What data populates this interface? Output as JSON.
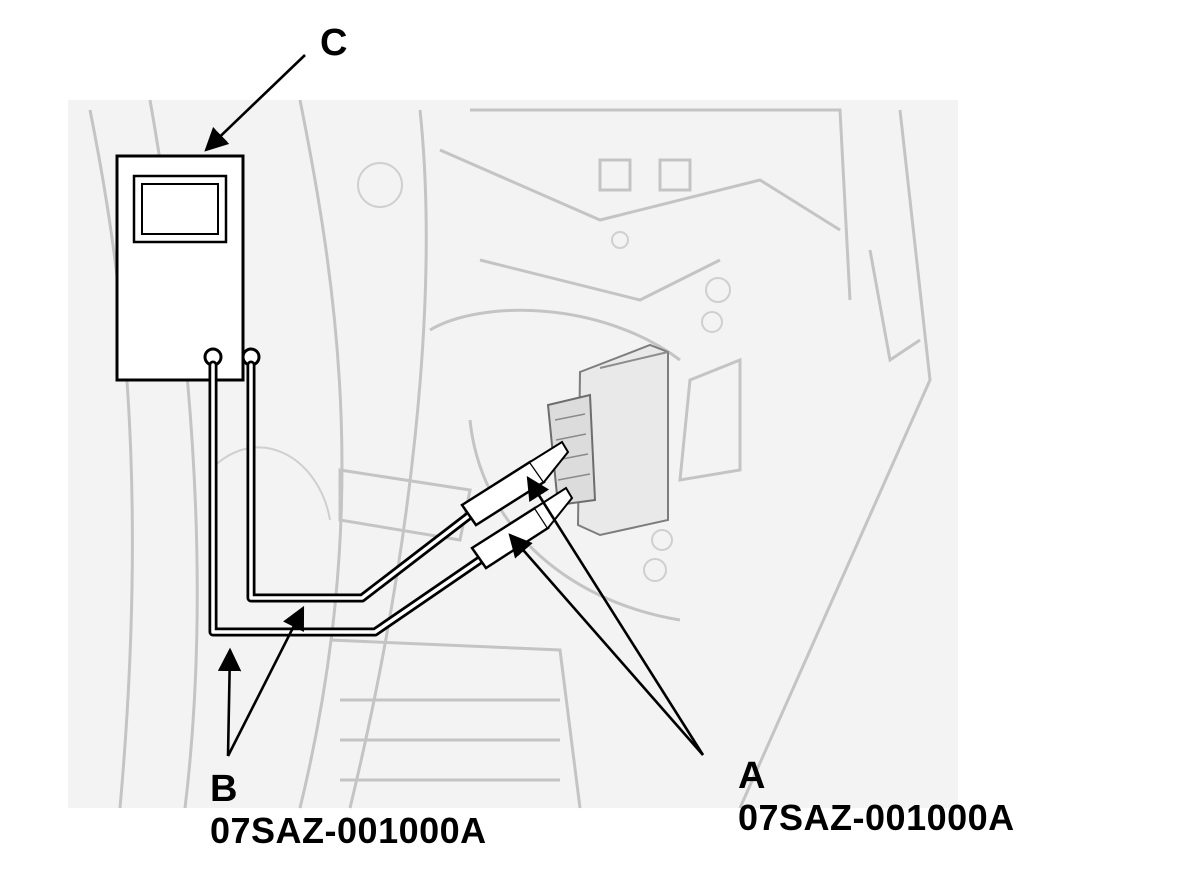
{
  "colors": {
    "line": "#000000",
    "background_illustration": "#f2f2f2",
    "illustration_line": "#bdbdbd",
    "label": "#000000"
  },
  "callouts": {
    "c": {
      "letter": "C"
    },
    "b": {
      "letter": "B",
      "part_number": "07SAZ-001000A"
    },
    "a": {
      "letter": "A",
      "part_number": "07SAZ-001000A"
    }
  }
}
